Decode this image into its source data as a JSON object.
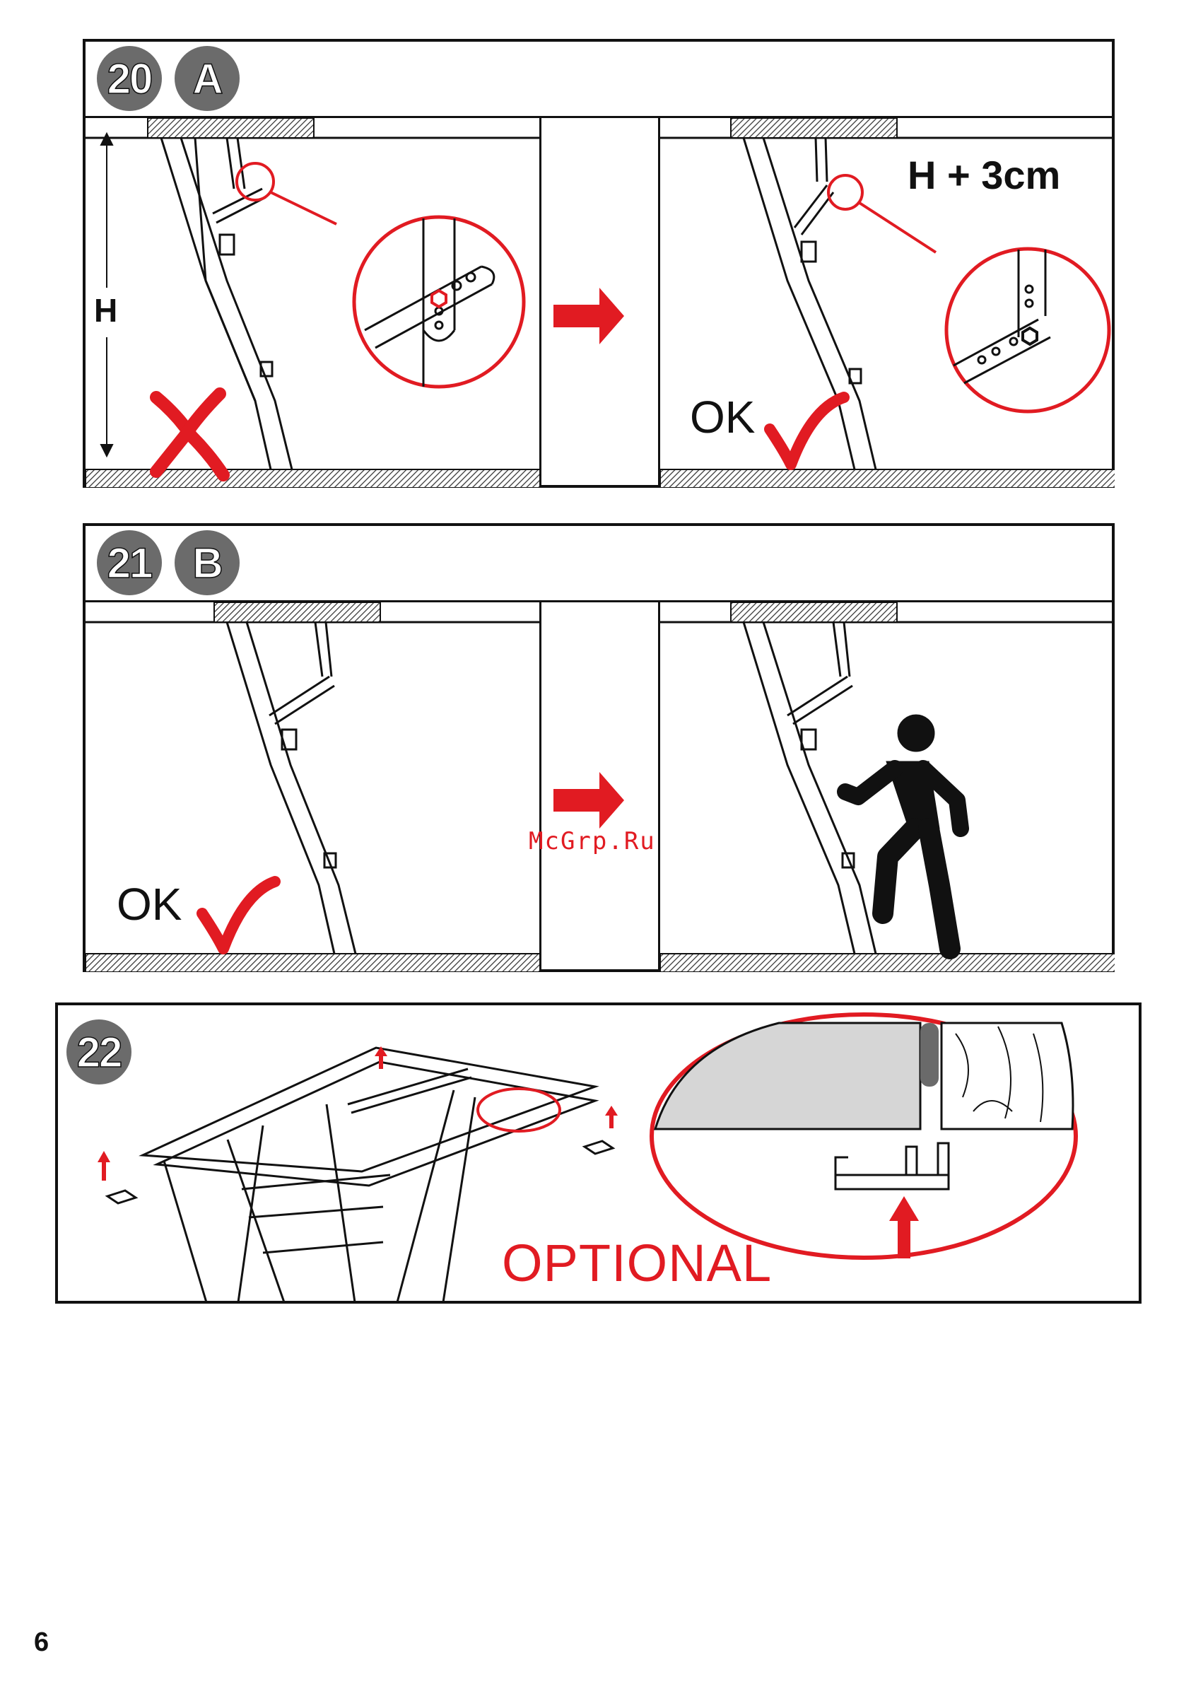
{
  "sections": [
    {
      "step": "20",
      "letter": "A"
    },
    {
      "step": "21",
      "letter": "B"
    },
    {
      "step": "22"
    }
  ],
  "labels": {
    "height": "H",
    "height_plus": "H + 3cm",
    "ok_1": "OK",
    "ok_2": "OK",
    "optional": "OPTIONAL"
  },
  "watermark": "McGrp.Ru",
  "page_number": "6",
  "colors": {
    "accent_red": "#e11b22",
    "badge_gray": "#6b6b6b",
    "ink": "#111111"
  },
  "icons": [
    "cross-icon",
    "check-icon",
    "arrow-right-icon",
    "arrow-up-icon",
    "person-icon"
  ]
}
